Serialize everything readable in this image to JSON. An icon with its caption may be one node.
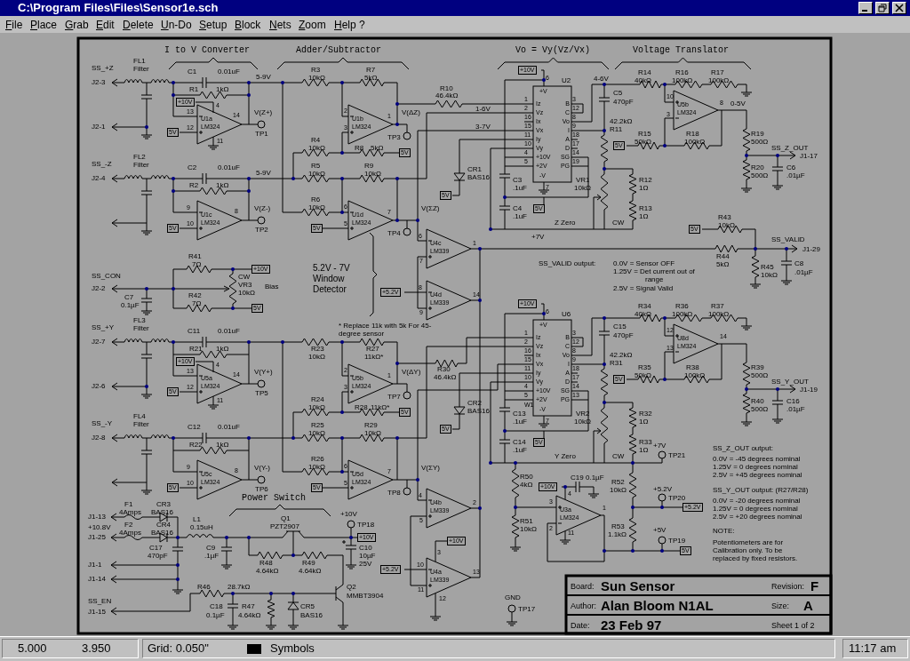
{
  "diagram": {
    "labels": [
      "C:\\Program Files\\Files\\Sensor1e.sch",
      "File",
      "Place",
      "Grab",
      "Edit",
      "Delete",
      "Un-Do",
      "Setup",
      "Block",
      "Nets",
      "Zoom",
      "Help ?",
      "I to V Converter",
      "Adder/Subtractor",
      "Vo = Vy(Vz/Vx)",
      "Voltage Translator",
      "SS_+Z",
      "J2-3",
      "FL1",
      "Filter",
      "C1",
      "0.01uF",
      "R1",
      "1kΩ",
      "+10V",
      "13",
      "U1a",
      "12",
      "LM324",
      "5V",
      "4",
      "11",
      "14",
      "V(Z+)",
      "TP1",
      "J2-1",
      "5-9V",
      "SS_-Z",
      "J2-4",
      "FL2",
      "Filter",
      "C2",
      "0.01uF",
      "R2",
      "1kΩ",
      "9",
      "U1c",
      "10",
      "LM324",
      "5V",
      "8",
      "V(Z-)",
      "TP2",
      "5-9V",
      "R3",
      "10kΩ",
      "R7",
      "5kΩ",
      "2",
      "U1b",
      "3",
      "LM324",
      "1",
      "V(ΔZ)",
      "TP3",
      "R4",
      "10kΩ",
      "R8",
      "5kΩ",
      "5V",
      "R5",
      "10kΩ",
      "R9",
      "10kΩ",
      "R6",
      "10kΩ",
      "6",
      "U1d",
      "5",
      "LM324",
      "7",
      "5V",
      "V(ΣZ)",
      "TP4",
      "R10",
      "46.4kΩ",
      "1-6V",
      "3-7V",
      "CR1",
      "BAS16",
      "5V",
      "+10V",
      "6",
      "U2",
      "+V",
      "1",
      "Iz",
      "B",
      "3",
      "2",
      "Vz",
      "C",
      "12",
      "16",
      "Ix",
      "Vo",
      "8",
      "15",
      "Vx",
      "I",
      "9",
      "11",
      "Iy",
      "A",
      "18",
      "10",
      "Vy",
      "D",
      "17",
      "4",
      "+10V",
      "SG",
      "14",
      "5",
      "+2V",
      "PG",
      "19",
      "-V",
      "7",
      "C3",
      ".1uF",
      "C4",
      ".1uF",
      "5V",
      "+7V",
      "4-6V",
      "C5",
      "470pF",
      "42.2kΩ",
      "R11",
      "VR1",
      "10kΩ",
      "Z Zero",
      "CW",
      "R12",
      "1Ω",
      "R13",
      "1Ω",
      "R14",
      "40kΩ",
      "R16",
      "100kΩ",
      "R17",
      "100kΩ",
      "10",
      "U5b",
      "LM324",
      "3",
      "8",
      "R15",
      "50kΩ",
      "5V",
      "R18",
      "100kΩ",
      "R19",
      "500Ω",
      "SS_Z_OUT",
      "J1-17",
      "R20",
      "500Ω",
      "C6",
      ".01µF",
      "0-5V",
      "R43",
      "10kΩ",
      "5V",
      "SS_VALID",
      "J1-29",
      "R44",
      "5kΩ",
      "R45",
      "10kΩ",
      "C8",
      ".01µF",
      "6",
      "U4c",
      "LM339",
      "7",
      "1",
      "8",
      "+5.2V",
      "U4d",
      "LM339",
      "9",
      "14",
      "5.2V - 7V Window Detector",
      "SS_VALID output:",
      "0.0V = Sensor OFF",
      "1.25V = Det current out of range",
      "2.5V = Signal Valid",
      "SS_CON",
      "J2-2",
      "R41",
      "7Ω",
      "+10V",
      "CW",
      "VR3",
      "10kΩ",
      "Bias",
      "R42",
      "7Ω",
      "5V",
      "C7",
      "0.1µF",
      "SS_+Y",
      "J2-7",
      "FL3",
      "Filter",
      "C11",
      "0.01uF",
      "R21",
      "1kΩ",
      "+10V",
      "13",
      "U5a",
      "12",
      "LM324",
      "5V",
      "4",
      "11",
      "14",
      "V(Y+)",
      "TP5",
      "J2-6",
      "SS_-Y",
      "J2-8",
      "FL4",
      "Filter",
      "C12",
      "0.01uF",
      "R22",
      "1kΩ",
      "9",
      "U5c",
      "10",
      "LM324",
      "5V",
      "8",
      "V(Y-)",
      "TP6",
      "R23",
      "10kΩ",
      "R27",
      "11kΩ*",
      "2",
      "U5b",
      "3",
      "LM324",
      "1",
      "V(ΔY)",
      "TP7",
      "R24",
      "10kΩ",
      "R28",
      "11kΩ*",
      "5V",
      "R25",
      "10kΩ",
      "R29",
      "10kΩ",
      "R26",
      "10kΩ",
      "6",
      "U5d",
      "5",
      "LM324",
      "7",
      "5V",
      "V(ΣY)",
      "TP8",
      "* Replace 11k with 5k For 45-degree sensor",
      "R30",
      "46.4kΩ",
      "CR2",
      "BAS16",
      "5V",
      "+10V",
      "6",
      "U6",
      "+V",
      "1",
      "Iz",
      "B",
      "3",
      "2",
      "Vz",
      "C",
      "12",
      "16",
      "Ix",
      "Vo",
      "8",
      "15",
      "Vx",
      "I",
      "9",
      "11",
      "Iy",
      "A",
      "18",
      "10",
      "Vy",
      "D",
      "17",
      "4",
      "+10V",
      "SG",
      "14",
      "5",
      "+2V",
      "PG",
      "13",
      "-V",
      "7",
      "W1",
      "C13",
      ".1uF",
      "C14",
      ".1uF",
      "5V",
      "C15",
      "470pF",
      "42.2kΩ",
      "R31",
      "VR2",
      "10kΩ",
      "Y Zero",
      "CW",
      "R32",
      "1Ω",
      "R33",
      "1Ω",
      "R34",
      "40kΩ",
      "R36",
      "100kΩ",
      "R37",
      "100kΩ",
      "12",
      "U8d",
      "LM324",
      "13",
      "14",
      "R35",
      "50kΩ",
      "5V",
      "R38",
      "100kΩ",
      "R39",
      "500Ω",
      "SS_Y_OUT",
      "J1-19",
      "R40",
      "500Ω",
      "C16",
      ".01µF",
      "Power Switch",
      "J1-13",
      "+10.8V",
      "J1-25",
      "F1",
      "4Amps",
      "CR3",
      "BAS16",
      "F2",
      "4Amps",
      "CR4",
      "BAS16",
      "L1",
      "0.15uH",
      "C17",
      "470pF",
      "C9",
      ".1µF",
      "Q1",
      "PZT2907",
      "+10V",
      "TP18",
      "+10V",
      "C10",
      "10µF",
      "R48",
      "R49",
      "25V",
      "4.64kΩ",
      "4.64kΩ",
      "J1-1",
      "J1-14",
      "R46",
      "28.7kΩ",
      "Q2",
      "MMBT3904",
      "SS_EN",
      "J1-15",
      "C18",
      "0.1µF",
      "R47",
      "4.64kΩ",
      "CR5",
      "BAS16",
      "4",
      "U4b",
      "LM339",
      "5",
      "2",
      "+10V",
      "3",
      "10",
      "+5.2V",
      "U4a",
      "LM339",
      "11",
      "13",
      "12",
      "R50",
      "4kΩ",
      "R51",
      "10kΩ",
      "+10V",
      "4",
      "C19",
      "0.1µF",
      "3",
      "U3a",
      "LM324",
      "2",
      "1",
      "11",
      "R52",
      "10kΩ",
      "R53",
      "1.1kΩ",
      "+5.2V",
      "TP20",
      "+5.2V",
      "+5V",
      "TP19",
      "5V",
      "+7V",
      "TP21",
      "GND",
      "TP17",
      "SS_Z_OUT output:",
      "0.0V = -45 degrees nominal",
      "1.25V = 0 degrees nominal",
      "2.5V = +45 degrees nominal",
      "SS_Y_OUT output: (R27/R28)",
      "0.0V = -20 degrees nominal",
      "1.25V = 0 degrees nominal",
      "2.5V = +20 degrees nominal",
      "NOTE:",
      "Potentiometers are for Calibration only. To be replaced by fixed resistors.",
      "Board:",
      "Sun Sensor",
      "Revision:",
      "F",
      "Author:",
      "Alan Bloom N1AL",
      "Size:",
      "A",
      "Date:",
      "23 Feb 97",
      "Sheet 1 of 2",
      "5.000",
      "3.950",
      "Grid: 0.050\"",
      "Symbols",
      "11:17 am"
    ]
  }
}
